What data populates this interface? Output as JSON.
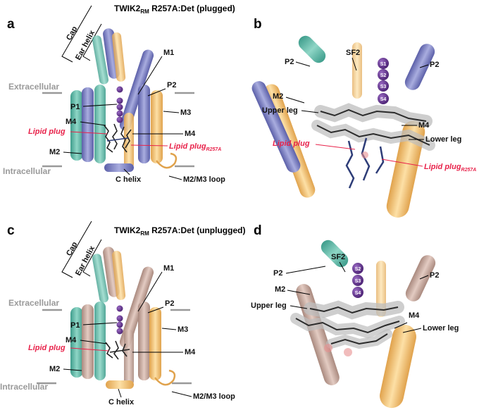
{
  "colors": {
    "teal": "#5fb8a8",
    "slate": "#7d82c4",
    "orange": "#f5c373",
    "mauve": "#c7a99e",
    "ion": "#5a2d86",
    "lipid_dark": "#2b2b2b",
    "lipid_halo": "#bdbdbd",
    "lipid_blue": "#2e3d78",
    "red_label": "#e8224a",
    "membrane_grey": "#9a9a9a"
  },
  "panels": {
    "a": {
      "letter": "a",
      "title_pre": "TWIK2",
      "title_sub": "RM",
      "title_post": " R257A:Det (plugged)",
      "cap": "Cap",
      "ear_helix": "Ear helix",
      "extracellular": "Extracellular",
      "intracellular": "Intracellular",
      "labels": {
        "m1": "M1",
        "p2": "P2",
        "m3": "M3",
        "p1": "P1",
        "m4_left": "M4",
        "m4_right": "M4",
        "m2": "M2",
        "c_helix": "C helix",
        "loop": "M2/M3 loop"
      },
      "lipid_plug": "Lipid plug",
      "lipid_plug_r257a": "Lipid plug",
      "lipid_plug_r257a_sub": "R257A"
    },
    "b": {
      "letter": "b",
      "labels": {
        "p2_left": "P2",
        "sf2": "SF2",
        "p2_right": "P2",
        "m2": "M2",
        "upper_leg": "Upper leg",
        "m4": "M4",
        "lower_leg": "Lower leg"
      },
      "ions": [
        "S1",
        "S2",
        "S3",
        "S4"
      ],
      "lipid_plug": "Lipid plug",
      "lipid_plug_r257a": "Lipid plug",
      "lipid_plug_r257a_sub": "R257A"
    },
    "c": {
      "letter": "c",
      "title_pre": "TWIK2",
      "title_sub": "RM",
      "title_post": " R257A:Det (unplugged)",
      "cap": "Cap",
      "ear_helix": "Ear helix",
      "extracellular": "Extracellular",
      "intracellular": "Intracellular",
      "labels": {
        "m1": "M1",
        "p2": "P2",
        "m3": "M3",
        "p1": "P1",
        "m4_left": "M4",
        "m4_right": "M4",
        "m2": "M2",
        "c_helix": "C helix",
        "loop": "M2/M3 loop"
      },
      "lipid_plug": "Lipid plug"
    },
    "d": {
      "letter": "d",
      "labels": {
        "p2_left": "P2",
        "sf2": "SF2",
        "p2_right": "P2",
        "m2": "M2",
        "upper_leg": "Upper leg",
        "m4": "M4",
        "lower_leg": "Lower leg"
      },
      "ions": [
        "S2",
        "S3",
        "S4"
      ]
    }
  }
}
